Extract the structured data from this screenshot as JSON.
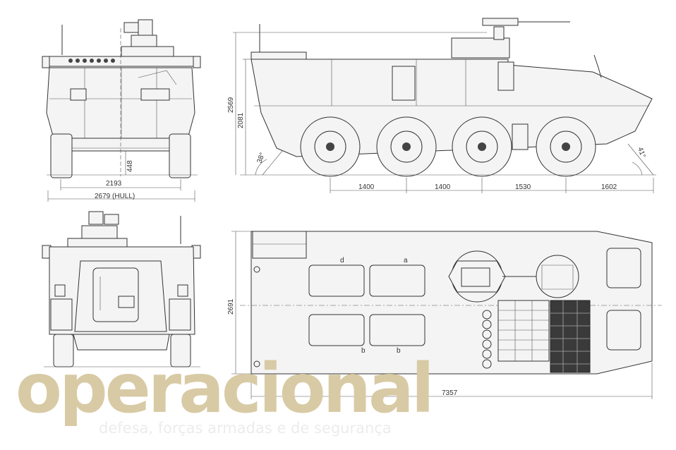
{
  "dimensions": {
    "front_track": "2193",
    "front_hull_width": "2679 (HULL)",
    "front_ground_clearance": "448",
    "side_total_height": "2569",
    "side_hull_height": "2081",
    "side_approach_angle": "38°",
    "side_departure_angle": "41°",
    "side_axle_spacings": [
      "1400",
      "1400",
      "1530",
      "1602"
    ],
    "top_width": "2691",
    "top_length": "7357"
  },
  "hatch_letters": [
    "d",
    "a",
    "b",
    "b"
  ],
  "watermark": {
    "title": "operacional",
    "tagline": "defesa, forças armadas e de segurança",
    "accent_color": "#d8caa4",
    "light_color": "#ececec"
  },
  "colors": {
    "line": "#333333",
    "background": "#ffffff"
  }
}
